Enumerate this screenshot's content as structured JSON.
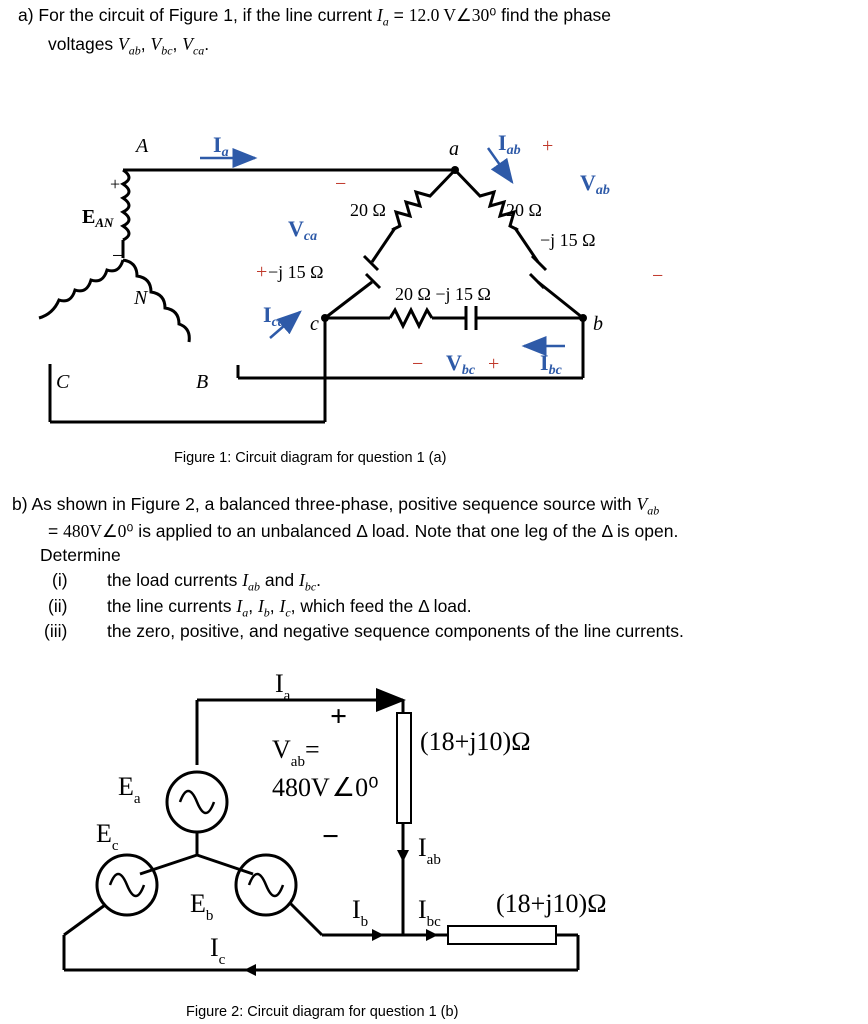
{
  "part_a": {
    "line1_pre": "a) For the circuit of Figure 1, if the line current ",
    "Ia_sym": "I",
    "Ia_sub": "a",
    "eq": " = ",
    "Ia_value": "12.0 V∠30⁰",
    "line1_post": " find the phase",
    "line2": "voltages ",
    "v_list": "V",
    "v_ab": "ab",
    "v_bc": "bc",
    "v_ca": "ca"
  },
  "figure1": {
    "caption": "Figure 1: Circuit diagram for question 1 (a)",
    "labels": {
      "A": "A",
      "a_node": "a",
      "b_node": "b",
      "c_node": "c",
      "N": "N",
      "B": "B",
      "C": "C",
      "plus_top": "+",
      "minus_bot": "−",
      "E": "E",
      "E_sub": "AN",
      "I": "I",
      "Ia_sub": "a",
      "Iab_sub": "ab",
      "Ica_sub": "ca",
      "Ibc_sub": "bc",
      "V": "V",
      "Vca_sub": "ca",
      "Vab_sub": "ab",
      "Vbc_sub": "bc",
      "r_ca": "20 Ω",
      "x_ca": "−j 15 Ω",
      "r_ab": "20 Ω",
      "x_ab": "−j 15 Ω",
      "rx_bc": "20 Ω  −j 15 Ω",
      "plus": "+",
      "minus": "−"
    }
  },
  "part_b": {
    "line1": "b) As shown in Figure 2, a balanced three-phase, positive sequence source with ",
    "vab_sym": "V",
    "vab_sub": "ab",
    "line2_pre": "= ",
    "line2_value": "480V∠0⁰",
    "line2_post": " is applied to an unbalanced Δ load. Note that one leg of the Δ is open.",
    "line3": "Determine",
    "items": [
      {
        "num": "(i)",
        "text_pre": "the load currents ",
        "text_mid": " and ",
        "text_post": "."
      },
      {
        "num": "(ii)",
        "text_pre": "the line currents ",
        "text_post": ", which feed the Δ load."
      },
      {
        "num": "(iii)",
        "text": "the  zero,  positive,  and  negative  sequence  components  of  the  line currents."
      }
    ]
  },
  "figure2": {
    "caption": "Figure 2: Circuit diagram for question 1 (b)",
    "labels": {
      "I": "I",
      "a": "a",
      "b": "b",
      "c": "c",
      "ab": "ab",
      "bc": "bc",
      "E": "E",
      "V": "V",
      "vab_eq": "=",
      "v_value": "480V",
      "v_angle": "0⁰",
      "plus": "+",
      "minus": "−",
      "z1": "(18+j10)Ω",
      "z2": "(18+j10)Ω"
    }
  }
}
